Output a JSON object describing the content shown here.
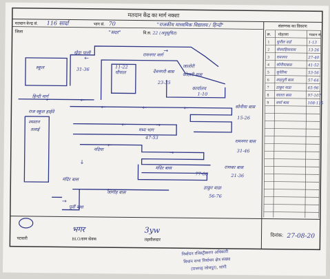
{
  "form": {
    "title": "मतदान केंद्र का मार्ग नक्शा",
    "polling_station_label": "मतदान केन्द्र सं.",
    "polling_station_no": "116 सार्दा",
    "ward_label": "भाग सं.",
    "ward_no": "70",
    "building": "\"राजकीय माध्यमिक विद्यालय / हिन्दी\"",
    "district_label": "जिला",
    "district": "\"सदर\"",
    "constituency_label": "वि.स.",
    "constituency": "22 (अनुसूचित)"
  },
  "sidebar": {
    "heading": "संलग्नक का विवरण",
    "columns": [
      "क्र.",
      "मोहल्ला",
      "मकान सं."
    ],
    "rows": [
      {
        "no": "1",
        "area": "सुनील वार्ड",
        "houses": "1-13"
      },
      {
        "no": "2",
        "area": "सेमराहियावास",
        "houses": "13-26"
      },
      {
        "no": "3",
        "area": "रामनगर",
        "houses": "27-40"
      },
      {
        "no": "4",
        "area": "सोनीयाबास",
        "houses": "41-52"
      },
      {
        "no": "5",
        "area": "सुनेरिया",
        "houses": "53-56"
      },
      {
        "no": "6",
        "area": "शाहपुरी बास",
        "houses": "57-64"
      },
      {
        "no": "7",
        "area": "ठाकुर वाडा",
        "houses": "65-96"
      },
      {
        "no": "8",
        "area": "सातरा बास",
        "houses": "97-107"
      },
      {
        "no": "9",
        "area": "शर्मा बास",
        "houses": "108-115"
      }
    ]
  },
  "map_labels": {
    "school": "स्कूल",
    "kharsi": "खेड़ा पाली",
    "kharsi_range": "31-36",
    "ramnagar_road": "रामनगर मार्ग",
    "chaupal": "चौपाल",
    "chaupal_range": "11-22",
    "devnagari_bas": "देवनगरी बास",
    "devnagari_range": "23-35",
    "kothari_bas": "कोठारी बास",
    "kothari_range": "1-10",
    "jalore": "जालोरी",
    "hindi_road": "हिन्दी मार्ग",
    "office_block": "कार्यालय",
    "gram_panchayat": "राज स्कूल हाईवे",
    "sonia_bas": "सोनीया बास",
    "sonia_range": "15-26",
    "madhya": "मध्य भाग",
    "madhya_range": "47-53",
    "ramjilal": "रामनगर बास",
    "ramjilal_range": "31-46",
    "nadia": "नदिया",
    "mandir": "मंदिर बास",
    "mandir_range": "77-80",
    "thakurwada": "ठाकुर वाडा",
    "thakurwada_range": "56-76",
    "ranka_bas": "राणका बास",
    "ranka_range": "21-36",
    "shamshan": "श्मशान",
    "talai": "तलाई",
    "mandir_bas2": "मंदिर बास",
    "jangir": "जांगीड़ बास",
    "purvi": "पूर्वी बास"
  },
  "signatures": {
    "sig1_caption": "पटवारी",
    "sig2_text": "भगर",
    "sig2_caption": "BLO/ग्राम सेवक",
    "sig3_text": "3yw",
    "sig3_caption": "तहसीलदार"
  },
  "date": {
    "label": "दिनांक:",
    "value": "27-08-20"
  },
  "stamp": {
    "line1": "निर्वाचन रजिस्ट्रीकरण अधिकारी",
    "line2": "विधान सभा निर्वाचन क्षेत्र संख्या",
    "line3": "(राजगढ़ जोधपुर), सांगी"
  },
  "colors": {
    "ink": "#2d3587",
    "paper": "#f3f2ee",
    "line": "#1f1f1f"
  }
}
